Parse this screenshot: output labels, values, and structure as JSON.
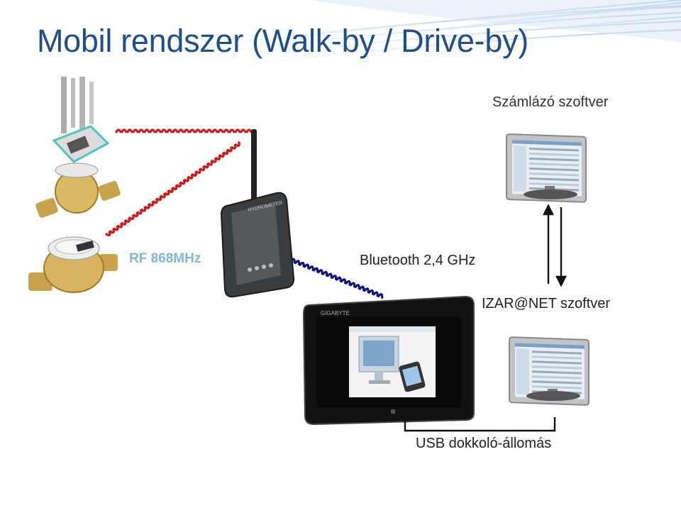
{
  "slide": {
    "title": "Mobil rendszer (Walk-by / Drive-by)"
  },
  "labels": {
    "billing_software": "Számlázó szoftver",
    "rf": "RF 868MHz",
    "bluetooth": "Bluetooth 2,4 GHz",
    "izar_software": "IZAR@NET szoftver",
    "usb_dock": "USB dokkoló-állomás"
  },
  "device": {
    "receiver_brand": "HYDROMETER",
    "tablet_brand": "GIGABYTE"
  },
  "colors": {
    "title": "#1f4f8b",
    "rf_label": "#7fb8d6",
    "rf_waves": "#cc1b1b",
    "bt_waves": "#101080"
  }
}
